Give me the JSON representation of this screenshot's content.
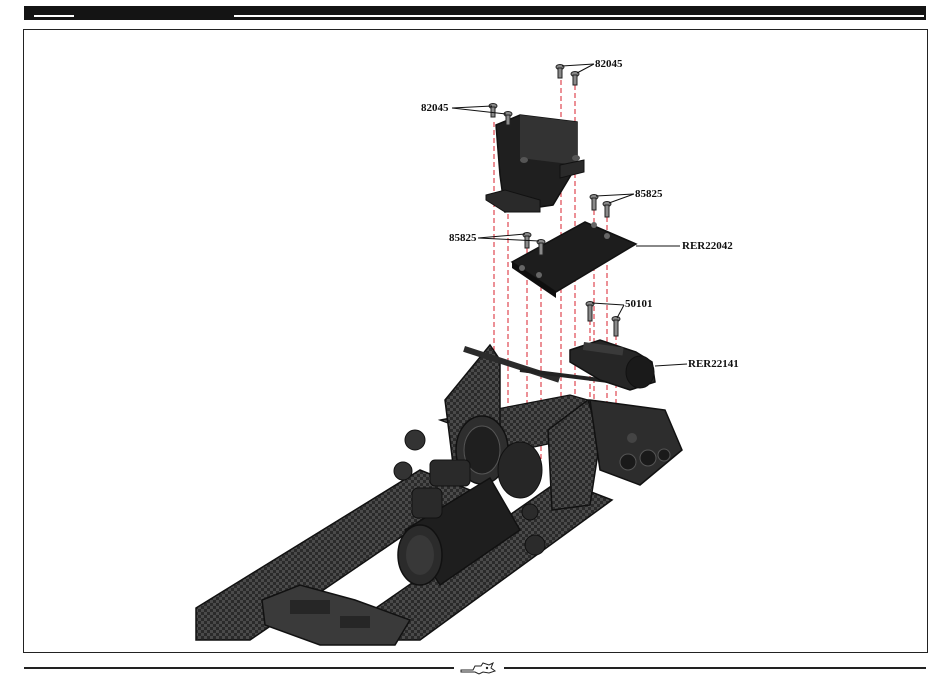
{
  "callouts": {
    "c1": "82045",
    "c2": "82045",
    "c3": "85825",
    "c4": "85825",
    "c5": "RER22042",
    "c6": "50101",
    "c7": "RER22141"
  },
  "footer": {
    "logo_icon": "redcat-logo-icon"
  },
  "colors": {
    "leader_dash": "#d8202c",
    "part_dark": "#1c1c1c",
    "frame": "#222222"
  }
}
